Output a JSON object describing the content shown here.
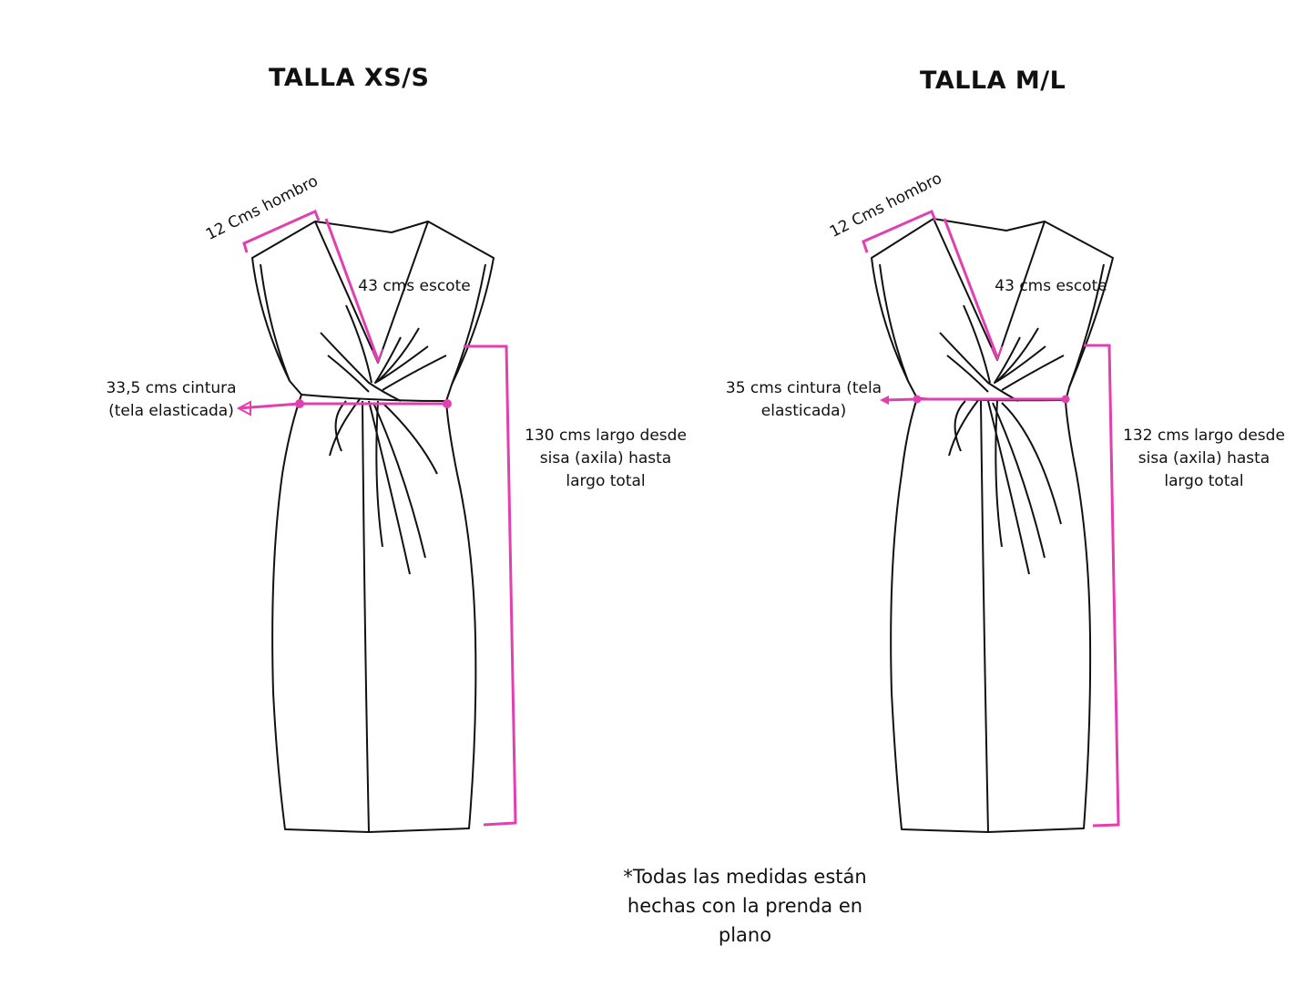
{
  "left": {
    "title": "TALLA XS/S",
    "shoulder": "12 Cms hombro",
    "neckline": "43 cms escote",
    "waist_line1": "33,5 cms cintura",
    "waist_line2": "(tela elasticada)",
    "length_line1": "130 cms largo desde",
    "length_line2": "sisa (axila) hasta",
    "length_line3": "largo total"
  },
  "right": {
    "title": "TALLA M/L",
    "shoulder": "12 Cms hombro",
    "neckline": "43 cms escote",
    "waist_line1": "35 cms cintura (tela",
    "waist_line2": "elasticada)",
    "length_line1": "132 cms largo desde",
    "length_line2": "sisa (axila) hasta",
    "length_line3": "largo total"
  },
  "footnote": {
    "line1": "*Todas las medidas están",
    "line2": "hechas con la prenda en",
    "line3": "plano"
  },
  "colors": {
    "measure": "#e23fb0",
    "ink": "#111111"
  }
}
